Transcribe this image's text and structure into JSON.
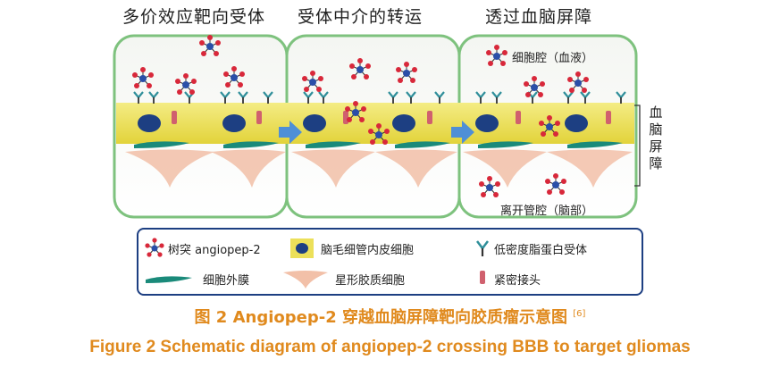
{
  "panels": {
    "titles": [
      "多价效应靶向受体",
      "受体中介的转运",
      "透过血脑屏障"
    ],
    "blood_label": "细胞腔（血液）",
    "brain_label": "离开管腔（脑部）",
    "bbb_label": "血脑屏障"
  },
  "legend": {
    "dendrimer": "树突 angiopep-2",
    "endothelial": "脑毛细管内皮细胞",
    "receptor": "低密度脂蛋白受体",
    "membrane": "细胞外膜",
    "astrocyte": "星形胶质细胞",
    "junction": "紧密接头"
  },
  "caption": {
    "cn": "图 2  Angiopep-2 穿越血脑屏障靶向胶质瘤示意图",
    "ref": "[6]",
    "en": "Figure 2  Schematic diagram of angiopep-2 crossing BBB to target gliomas"
  },
  "colors": {
    "caption": "#e08a1e",
    "panel_border": "#7ec27e",
    "endothelium": "#ece05a",
    "nucleus": "#1d3f82",
    "junction": "#d0606e",
    "membrane": "#1a8a7a",
    "astrocyte": "#f2c0a8",
    "arrow": "#4f8fd6",
    "legend_border": "#1d3f82"
  }
}
